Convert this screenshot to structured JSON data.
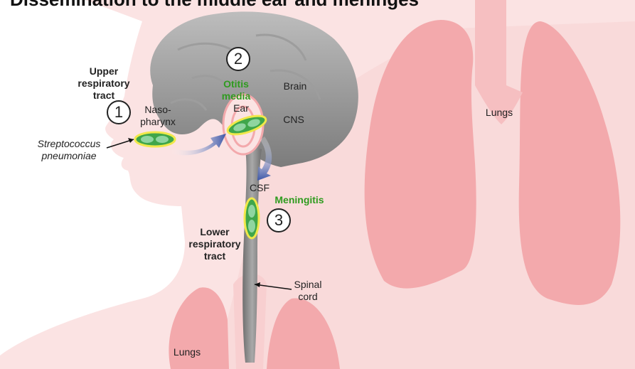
{
  "title": "Dissemination to the middle ear and meninges",
  "labels": {
    "upper_tract": "Upper\nrespiratory\ntract",
    "nasopharynx": "Naso-\npharynx",
    "bacterium": "Streptococcus\npneumoniae",
    "otitis_media": "Otitis\nmedia",
    "ear": "Ear",
    "brain": "Brain",
    "cns": "CNS",
    "csf": "CSF",
    "meningitis": "Meningitis",
    "lower_tract": "Lower\nrespiratory\ntract",
    "spinal_cord": "Spinal\ncord",
    "lungs_right": "Lungs",
    "lungs_bottom": "Lungs"
  },
  "steps": [
    "1",
    "2",
    "3"
  ],
  "colors": {
    "skin": "#fbe3e3",
    "lung": "#f3a9ac",
    "brain": "#8f8f8f",
    "bacteria": "#3fa64a",
    "bacteria_ring": "#f0e84a",
    "arrow": "#3b56a8",
    "highlight_text": "#2f9b1f"
  },
  "icons": [
    "bacterium-icon",
    "arrow-icon"
  ]
}
